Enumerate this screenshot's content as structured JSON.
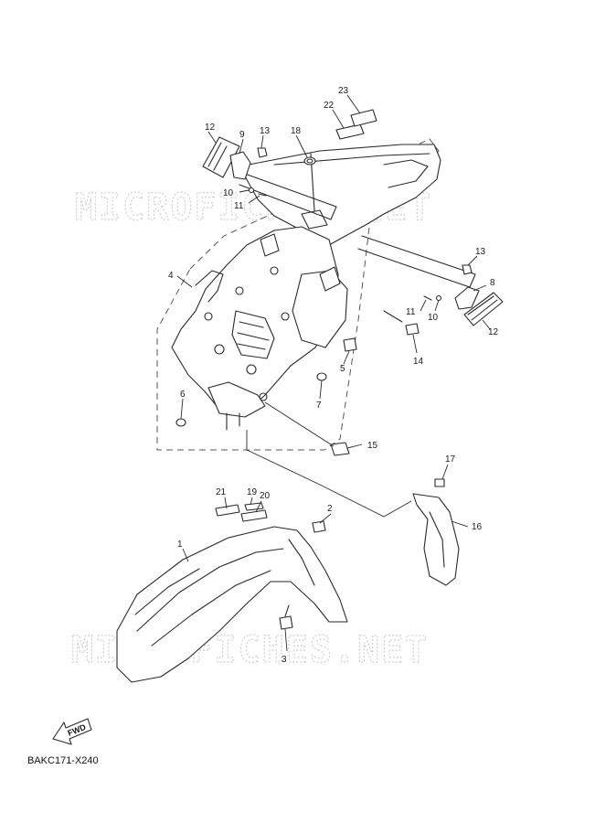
{
  "watermark_text": "MICROFICHES.NET",
  "diagram_code": "BAKC171-X240",
  "fwd_label": "FWD",
  "callouts": {
    "c1": "1",
    "c2": "2",
    "c3": "3",
    "c4": "4",
    "c5": "5",
    "c6": "6",
    "c7": "7",
    "c8": "8",
    "c9": "9",
    "c10a": "10",
    "c10b": "10",
    "c11a": "11",
    "c11b": "11",
    "c12a": "12",
    "c12b": "12",
    "c13a": "13",
    "c13b": "13",
    "c14": "14",
    "c15": "15",
    "c16": "16",
    "c17": "17",
    "c18": "18",
    "c19": "19",
    "c20": "20",
    "c21": "21",
    "c22": "22",
    "c23": "23"
  }
}
